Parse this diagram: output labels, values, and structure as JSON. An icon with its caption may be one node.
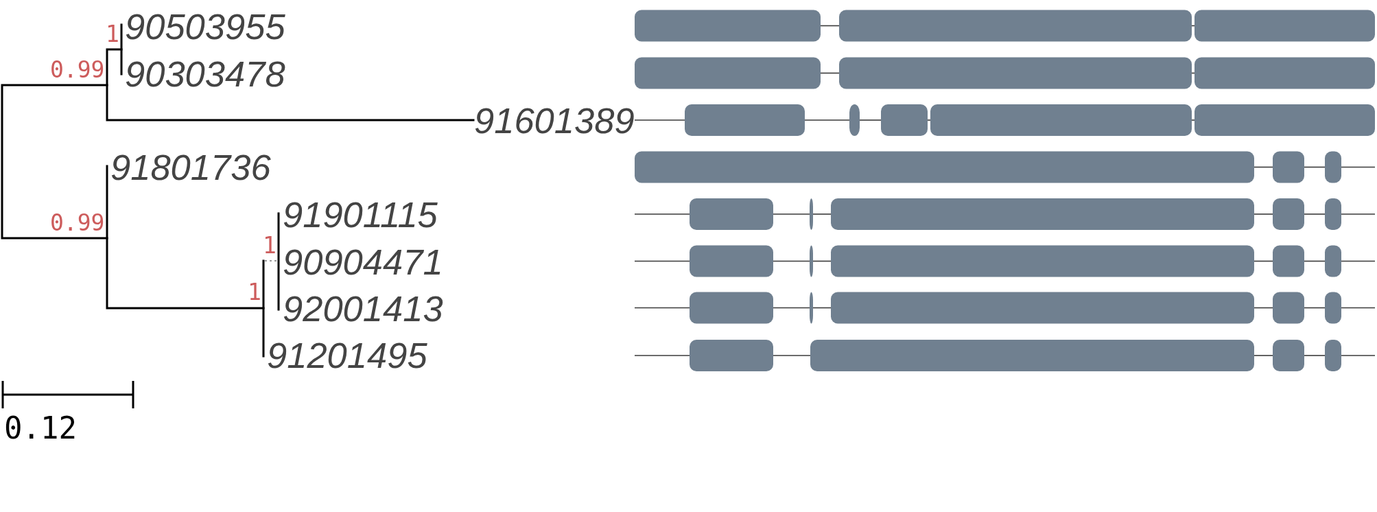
{
  "diagram": {
    "labels": [
      "1",
      "90503955",
      "0.99",
      "90303478",
      "91601389",
      "91801736",
      "0.99",
      "91901115",
      "1",
      "90904471",
      "1",
      "92001413",
      "91201495",
      "0.12"
    ]
  }
}
